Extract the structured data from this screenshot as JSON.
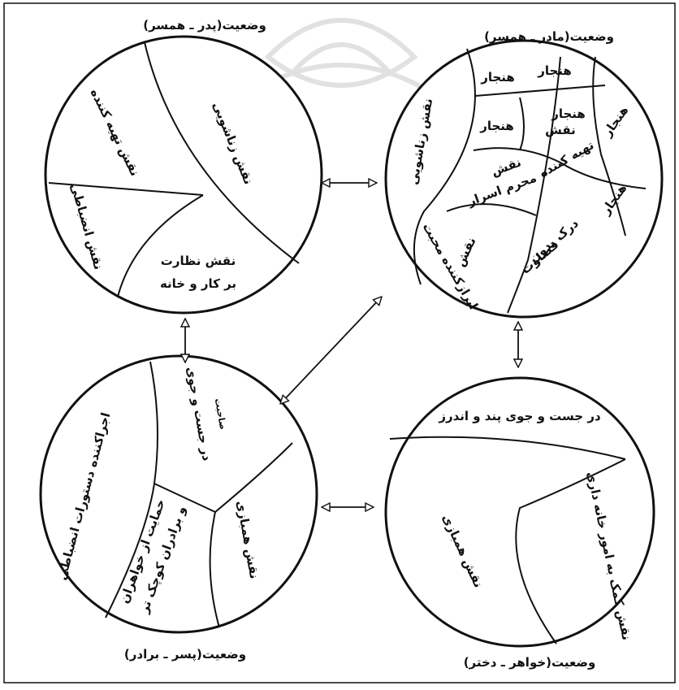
{
  "colors": {
    "ink": "#111111",
    "background": "#ffffff",
    "watermark": "#c9c9c9"
  },
  "circles": {
    "father": {
      "title": "وضعیت(پدر ـ همسر)",
      "sections": {
        "nurturing": "نقش زناشویی",
        "provider": "نقش تهیه کننده",
        "discipline": "نقش انضباطی",
        "supervision_line1": "نقش نظارت",
        "supervision_line2": "بر کار و خانه"
      }
    },
    "mother": {
      "title": "وضعیت(مادر ـ همسر)",
      "sections": {
        "marital": "نقش زناشویی",
        "norm_a": "هنجار",
        "norm_b": "هنجار",
        "norm_c": "هنجار",
        "norm_d": "هنجار",
        "norm_e": "هنجار",
        "norm_f": "هنجار",
        "provider_line1": "نقش",
        "provider_line2": "تهیه کننده",
        "confidant_line1": "نقش",
        "confidant_line2": "محرم اسرار",
        "affection_line1": "نقش",
        "affection_line2": "ابرازکننده محبت",
        "understanding_line1": "درک بدون",
        "understanding_line2": "قضاوت"
      }
    },
    "son": {
      "title": "وضعیت(پسر ـ برادر)",
      "sections": {
        "discipline_exec": "اجراکننده دستورات انضباطی",
        "seeking_line1": "در جست و جوی",
        "seeking_line2": "صاحبت",
        "support_line1": "حمایت از خواهران",
        "support_line2": "و برادران کوچک تر",
        "companion": "نقش همبازی"
      }
    },
    "daughter": {
      "title": "وضعیت(خواهر ـ دختر)",
      "sections": {
        "advice": "در جست و جوی پند و اندرز",
        "companion": "نقش همبازی",
        "housework": "نقش کمک به امور خانه داری"
      }
    }
  },
  "arrows": [
    "father-mother",
    "father-son",
    "mother-son",
    "mother-daughter",
    "son-daughter"
  ]
}
